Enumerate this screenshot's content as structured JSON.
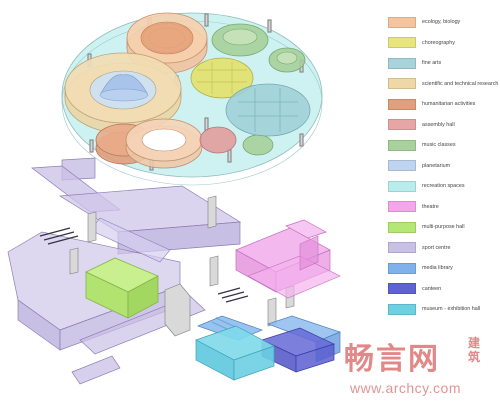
{
  "legend": {
    "items": [
      {
        "label": "ecology, biology",
        "color": "#f4c49e"
      },
      {
        "label": "choreography",
        "color": "#e7e57c"
      },
      {
        "label": "fine arts",
        "color": "#a8d3db"
      },
      {
        "label": "scientific and technical research",
        "color": "#efd7a6"
      },
      {
        "label": "humanitarian activities",
        "color": "#e0a07e"
      },
      {
        "label": "assembly hall",
        "color": "#e6a6a6"
      },
      {
        "label": "music classes",
        "color": "#a9d19b"
      },
      {
        "label": "planetarium",
        "color": "#c0d3ef"
      },
      {
        "label": "recreation spaces",
        "color": "#b9ecec"
      },
      {
        "label": "theatre",
        "color": "#f3a7ea"
      },
      {
        "label": "multi-purpose hall",
        "color": "#b5e776"
      },
      {
        "label": "sport centre",
        "color": "#c9c0e6"
      },
      {
        "label": "media library",
        "color": "#7fb2ea"
      },
      {
        "label": "canteen",
        "color": "#5e62d2"
      },
      {
        "label": "museum - exhibition hall",
        "color": "#6fd0e2"
      }
    ]
  },
  "watermark": {
    "main": "畅言网",
    "side": "建筑",
    "url": "www.archcy.com"
  }
}
